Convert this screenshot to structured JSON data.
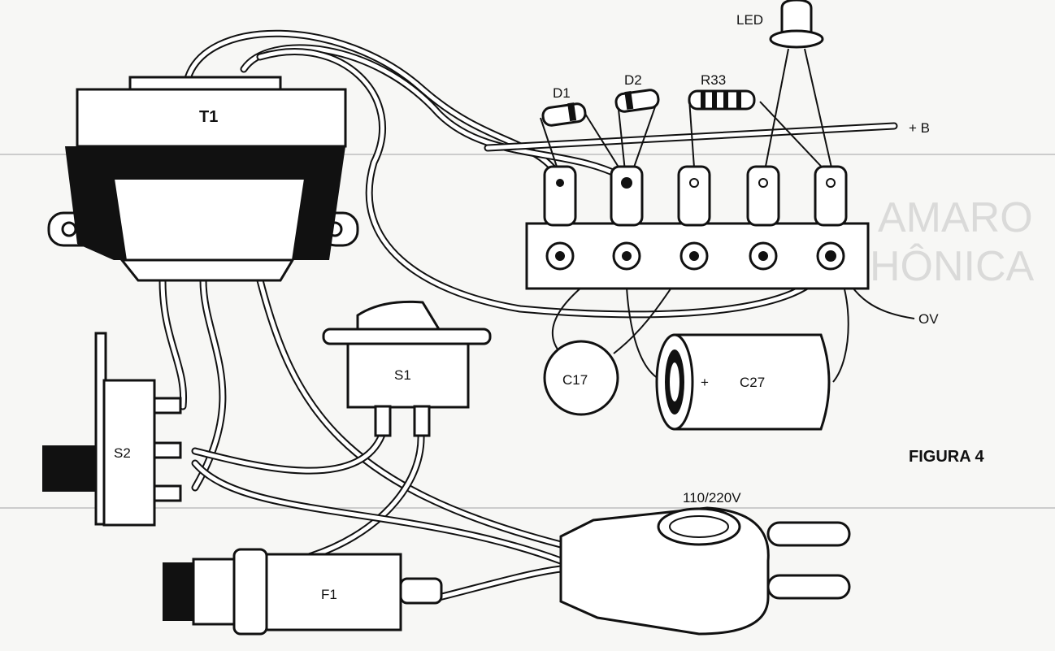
{
  "figure_title": "FIGURA 4",
  "components": {
    "transformer": "T1",
    "diode1": "D1",
    "diode2": "D2",
    "resistor": "R33",
    "led": "LED",
    "cap1": "C17",
    "cap2": "C27",
    "cap2_polarity": "+",
    "switch1": "S1",
    "switch2": "S2",
    "fuse": "F1"
  },
  "terminals": {
    "positive": "+ B",
    "ground": "OV"
  },
  "mains_label": "110/220V"
}
